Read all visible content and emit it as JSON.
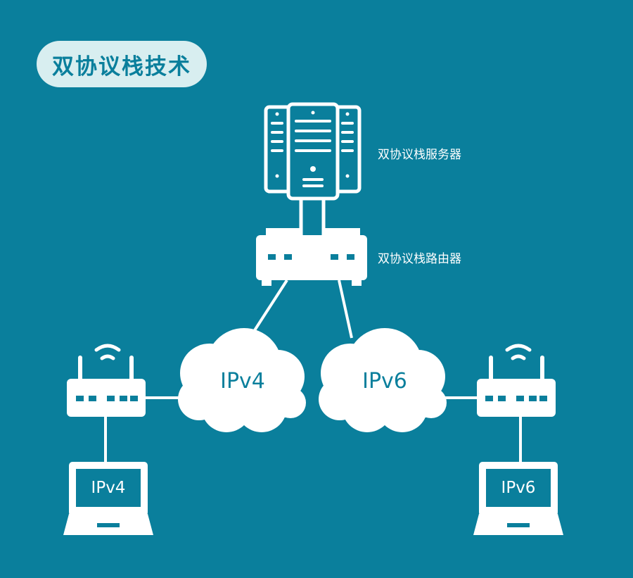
{
  "title": "双协议栈技术",
  "labels": {
    "server": "双协议栈服务器",
    "router": "双协议栈路由器"
  },
  "clouds": {
    "left": "IPv4",
    "right": "IPv6"
  },
  "laptops": {
    "left": "IPv4",
    "right": "IPv6"
  },
  "colors": {
    "background": "#0a7f9c",
    "title_pill": "#d8eef0",
    "foreground": "#ffffff"
  }
}
